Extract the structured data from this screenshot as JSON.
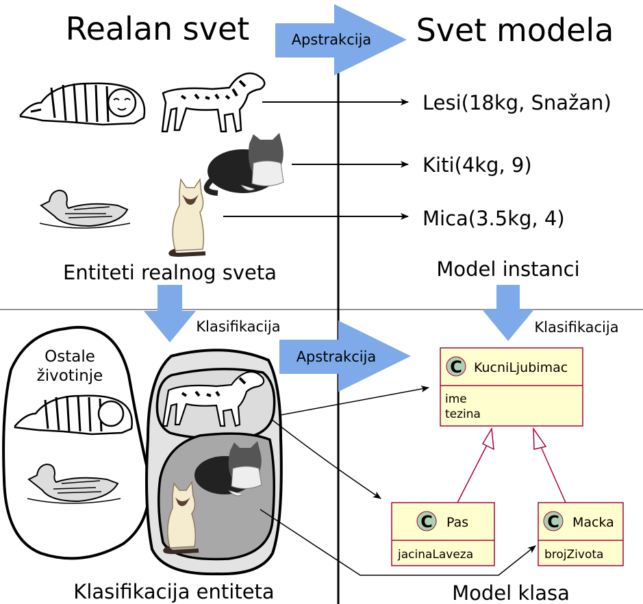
{
  "headings": {
    "real_world": "Realan svet",
    "model_world": "Svet modela"
  },
  "arrows": {
    "top_abstraction": "Apstrakcija",
    "bottom_abstraction": "Apstrakcija",
    "left_classification": "Klasifikacija",
    "right_classification": "Klasifikacija"
  },
  "instances": [
    {
      "text": "Lesi(18kg, Snažan)"
    },
    {
      "text": "Kiti(4kg, 9)"
    },
    {
      "text": "Mica(3.5kg, 4)"
    }
  ],
  "captions": {
    "real_entities": "Entiteti realnog sveta",
    "instance_model": "Model instanci",
    "entity_classification": "Klasifikacija entiteta",
    "class_model": "Model klasa"
  },
  "other_animals": {
    "line1": "Ostale",
    "line2": "životinje"
  },
  "classes": {
    "parent": {
      "stereotype": "C",
      "name": "KucniLjubimac",
      "attributes": [
        "ime",
        "tezina"
      ]
    },
    "dog": {
      "stereotype": "C",
      "name": "Pas",
      "attributes": [
        "jacinaLaveza"
      ]
    },
    "cat": {
      "stereotype": "C",
      "name": "Macka",
      "attributes": [
        "brojZivota"
      ]
    }
  },
  "colors": {
    "arrow_blue": "#7eaaea",
    "uml_fill": "#fefece",
    "uml_border": "#a80036",
    "uml_circle": "#add1b2"
  }
}
